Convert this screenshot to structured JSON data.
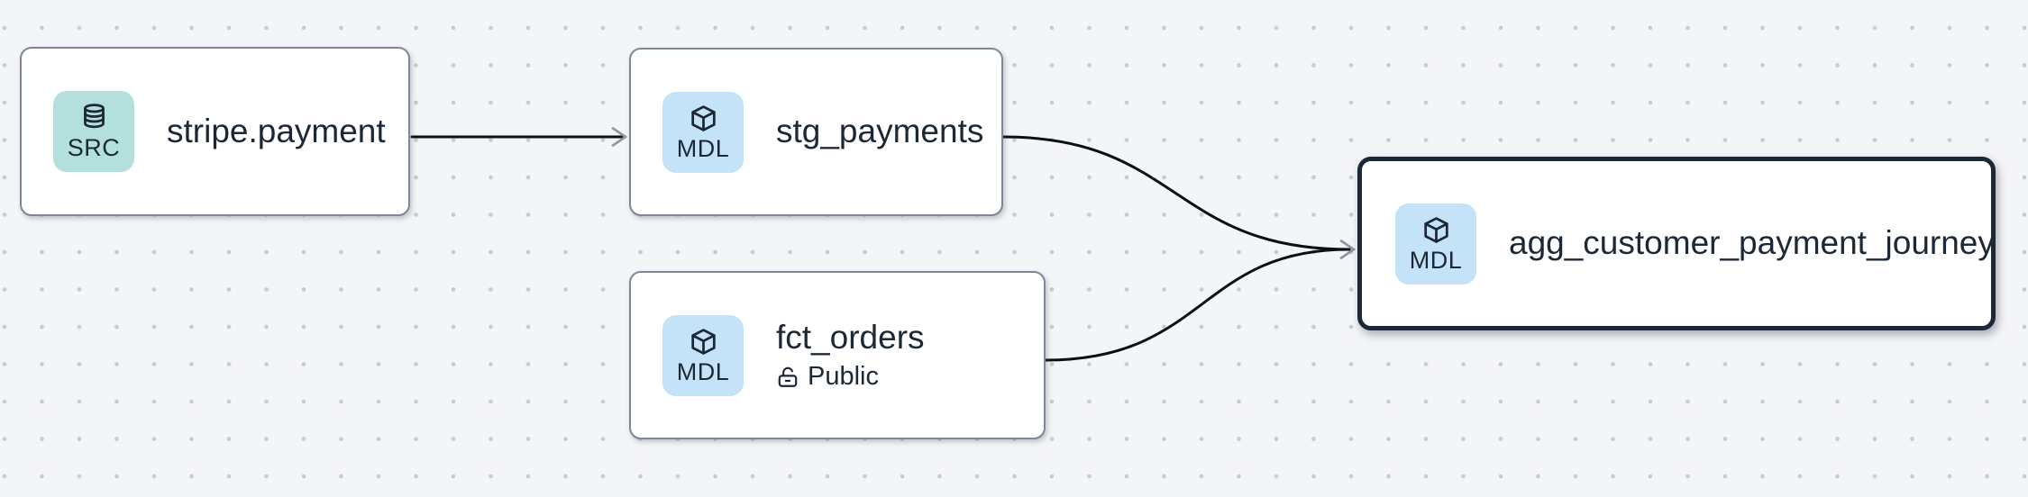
{
  "app": {
    "view": "data-lineage-graph"
  },
  "colors": {
    "canvas-bg": "#f4f5f7",
    "dot": "#c6cad1",
    "ink": "#1d2836",
    "node-border": "#7f8796",
    "selected-border": "#1d2836",
    "src-badge-bg": "#b3e0dc",
    "mdl-badge-bg": "#c4e3f8",
    "edge": "#0c1014",
    "arrow": "#8e95a1"
  },
  "nodes": [
    {
      "id": "stripe.payment",
      "title": "stripe.payment",
      "badge_label": "SRC",
      "badge_icon": "database-icon",
      "kind": "source",
      "selected": false
    },
    {
      "id": "stg_payments",
      "title": "stg_payments",
      "badge_label": "MDL",
      "badge_icon": "cube-icon",
      "kind": "model",
      "selected": false
    },
    {
      "id": "fct_orders",
      "title": "fct_orders",
      "badge_label": "MDL",
      "badge_icon": "cube-icon",
      "kind": "model",
      "access_label": "Public",
      "access_icon": "lock-open-icon",
      "selected": false
    },
    {
      "id": "agg_customer_payment_journey",
      "title": "agg_customer_payment_journey",
      "badge_label": "MDL",
      "badge_icon": "cube-icon",
      "kind": "model",
      "selected": true
    }
  ],
  "edges": [
    {
      "source": "stripe.payment",
      "target": "stg_payments"
    },
    {
      "source": "stg_payments",
      "target": "agg_customer_payment_journey"
    },
    {
      "source": "fct_orders",
      "target": "agg_customer_payment_journey"
    }
  ]
}
